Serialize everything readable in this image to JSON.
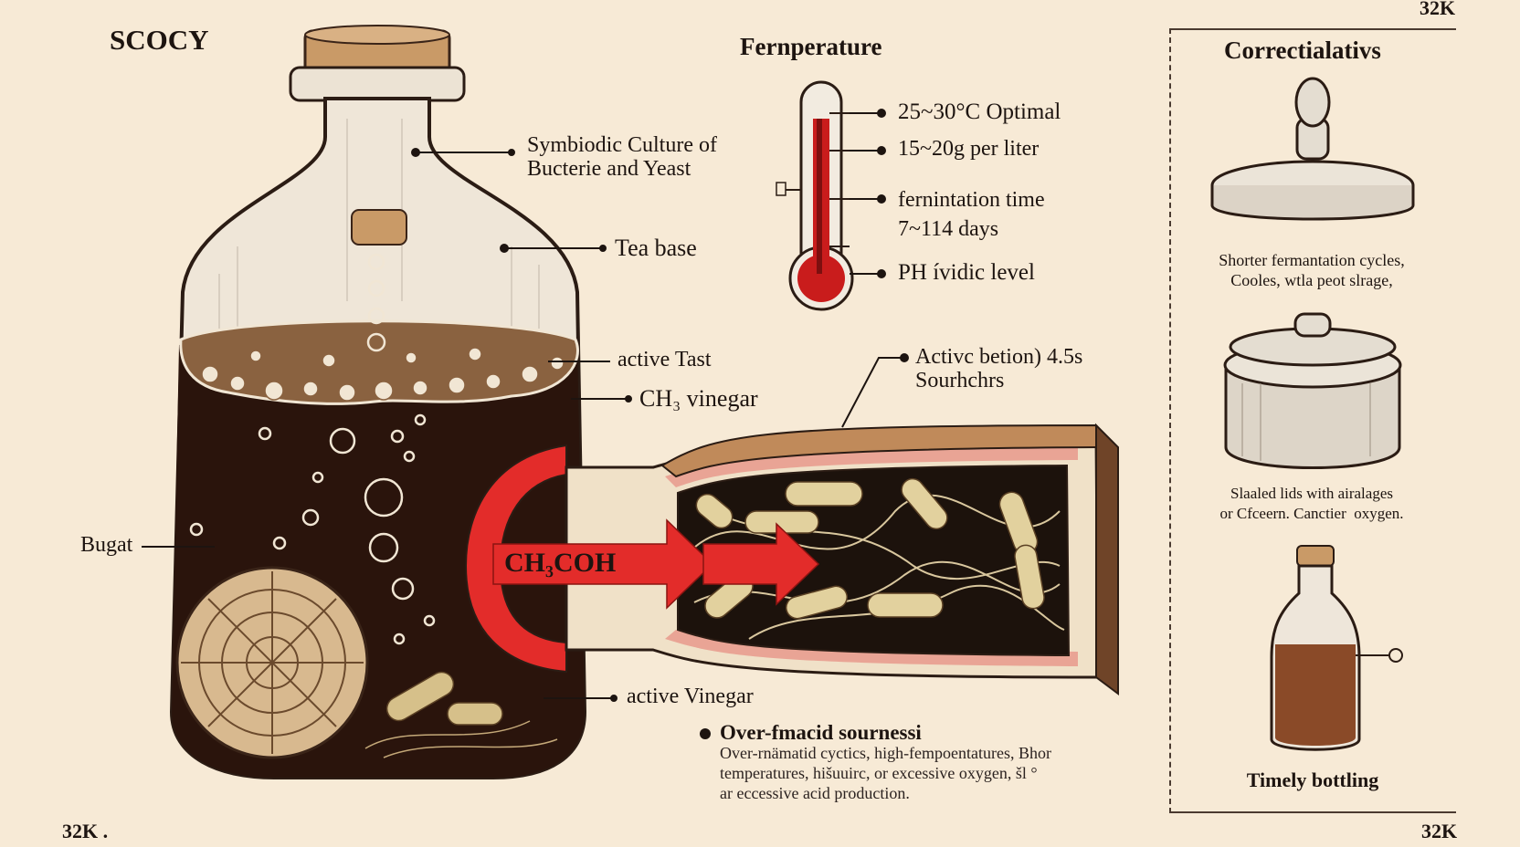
{
  "corners": {
    "top_left_title": "SCOCY",
    "top_right": "32K",
    "bottom_left": "32K .",
    "bottom_right": "32K"
  },
  "jar": {
    "labels": {
      "symbiotic": "Symbiodic Culture of\nBucterie and Yeast",
      "tea_base": "Tea base",
      "active_yeast": "active Tast",
      "ch3_vinegar": "CH₃ vinegar",
      "bugat": "Bugat",
      "active_vinegar": "active Vinegar"
    }
  },
  "temperature": {
    "title": "Fernperature",
    "items": [
      "25~30°C Optimal",
      "15~20g per liter",
      "fernintation time\n7~114 days",
      "PH ívidic level"
    ]
  },
  "cross_section": {
    "arrow_label": "CH₃COH",
    "annotation": "Activc betion) 4.5s\nSourhchrs"
  },
  "warning": {
    "title": "Over-fmacid  sournessi",
    "body": "Over-rnämatid cyctics, high-fempoentatures, Bhor\ntemperatures, hišuuirc, or excessive oxygen, šl °\nar eccessive acid production."
  },
  "corrections": {
    "title": "Correctialativs",
    "items": [
      "Shorter fermantation cycles,\nCooles, wtla peot slrage,",
      "Slaaled lids with airalages\nor Cfceern. Canctier  oxygen.",
      "Timely bottling"
    ]
  },
  "colors": {
    "background": "#f7ead6",
    "ink": "#1d1410",
    "accent_red": "#e32c2a",
    "liquid": "#2a140c",
    "cork": "#c99a67"
  }
}
